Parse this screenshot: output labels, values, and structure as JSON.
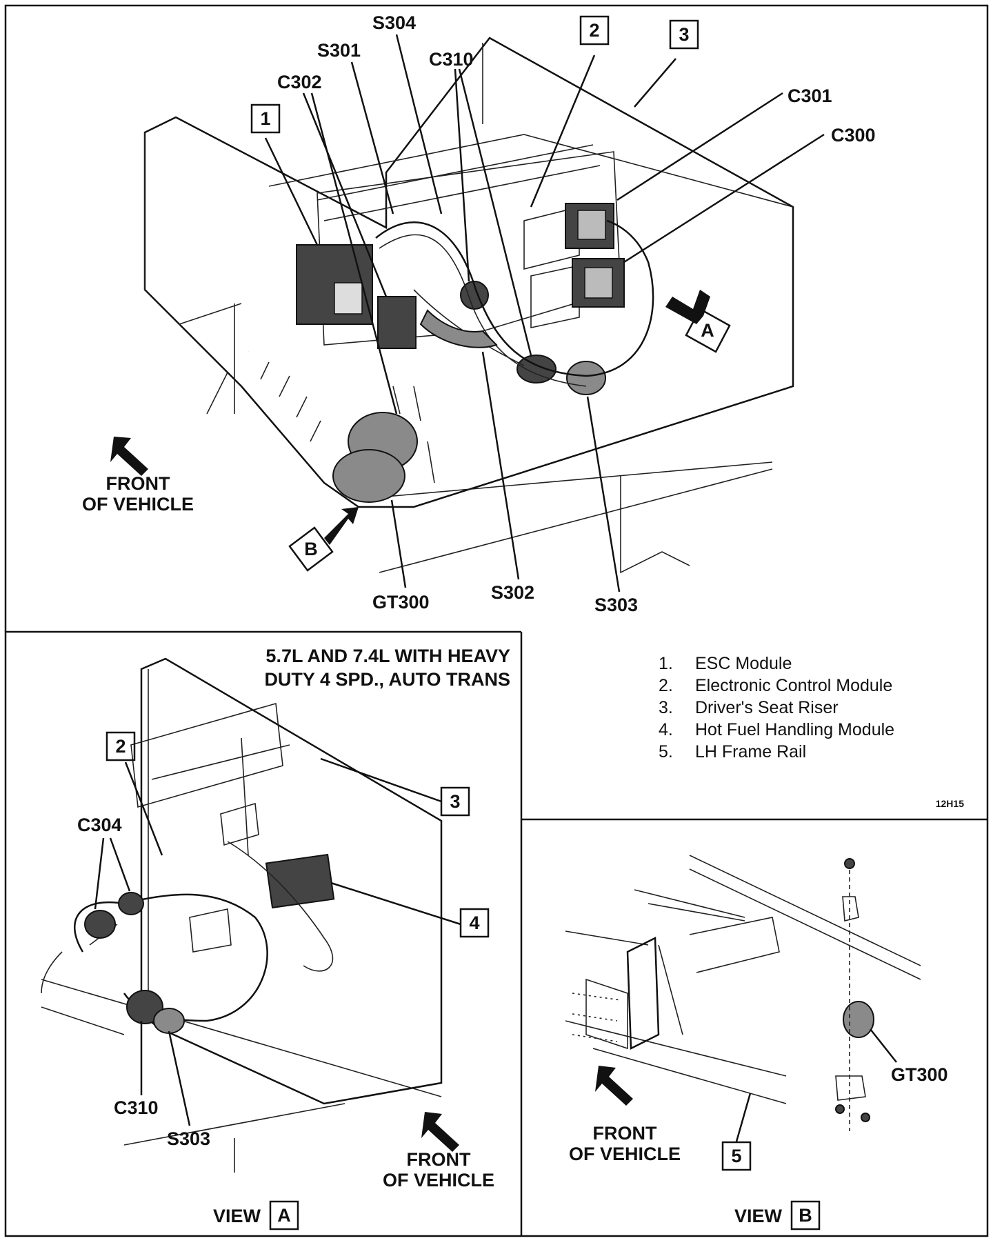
{
  "top_panel": {
    "labels": {
      "s304": "S304",
      "s301": "S301",
      "c310": "C310",
      "c302": "C302",
      "c301": "C301",
      "c300": "C300",
      "gt300": "GT300",
      "s302": "S302",
      "s303": "S303"
    },
    "callouts": [
      "1",
      "2",
      "3"
    ],
    "view_marker_a": "A",
    "view_marker_b": "B",
    "front_line1": "FRONT",
    "front_line2": "OF VEHICLE"
  },
  "view_a": {
    "heading_line1": "5.7L AND 7.4L WITH HEAVY",
    "heading_line2": "DUTY 4 SPD., AUTO TRANS",
    "labels": {
      "c304": "C304",
      "c310": "C310",
      "s303": "S303"
    },
    "callouts": [
      "2",
      "3",
      "4"
    ],
    "front_line1": "FRONT",
    "front_line2": "OF VEHICLE",
    "view_word": "VIEW",
    "view_letter": "A"
  },
  "legend": {
    "items": [
      {
        "num": "1.",
        "text": "ESC Module"
      },
      {
        "num": "2.",
        "text": "Electronic Control Module"
      },
      {
        "num": "3.",
        "text": "Driver's Seat Riser"
      },
      {
        "num": "4.",
        "text": "Hot Fuel Handling Module"
      },
      {
        "num": "5.",
        "text": "LH Frame Rail"
      }
    ],
    "code": "12H15"
  },
  "view_b": {
    "labels": {
      "gt300": "GT300"
    },
    "callouts": [
      "5"
    ],
    "front_line1": "FRONT",
    "front_line2": "OF VEHICLE",
    "view_word": "VIEW",
    "view_letter": "B"
  }
}
